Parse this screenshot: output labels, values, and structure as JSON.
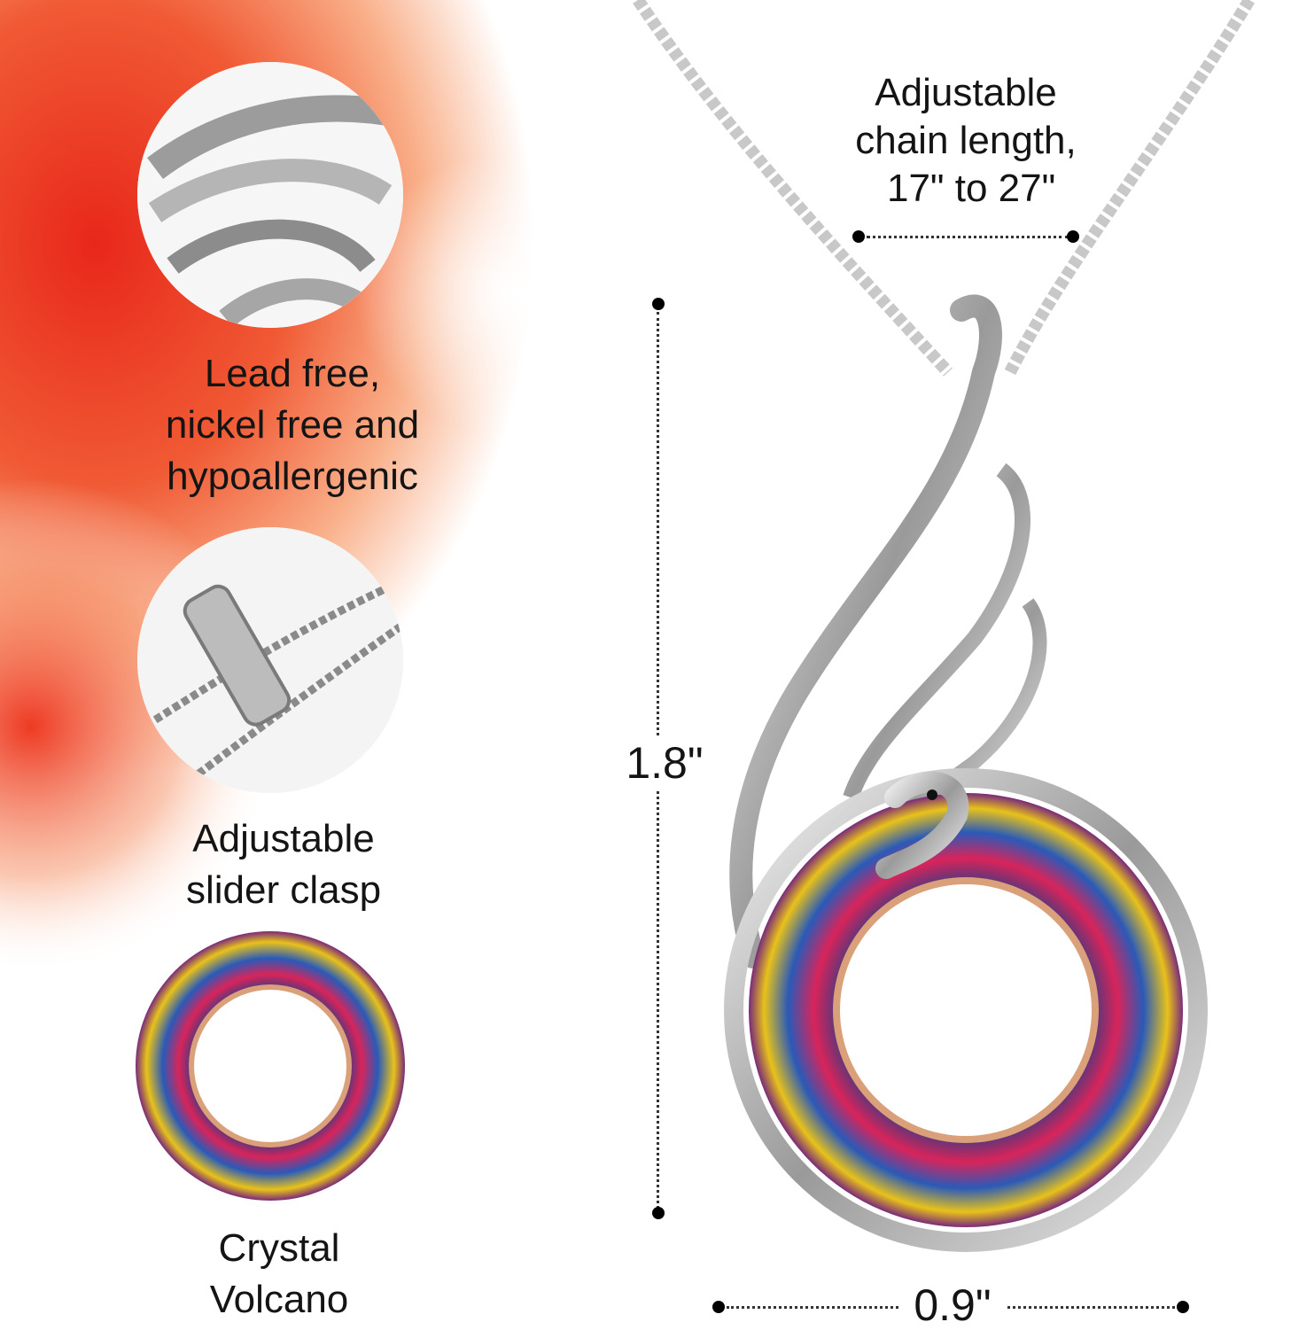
{
  "colors": {
    "warm_red": "#e8271b",
    "orange": "#f5844a",
    "silver": "#c8c8c8",
    "crystal_blue": "#1f3f8a"
  },
  "features": [
    {
      "lines": [
        "Lead free,",
        "nickel free and",
        "hypoallergenic"
      ],
      "icon": "pendant-detail-icon"
    },
    {
      "lines": [
        "Adjustable",
        "slider clasp"
      ],
      "icon": "slider-clasp-icon"
    },
    {
      "lines": [
        "Crystal",
        "Volcano"
      ],
      "icon": "crystal-ring-icon"
    }
  ],
  "chain": {
    "lines": [
      "Adjustable",
      "chain length,",
      " 17\" to 27\""
    ]
  },
  "dimensions": {
    "height": "1.8\"",
    "width": "0.9\""
  }
}
